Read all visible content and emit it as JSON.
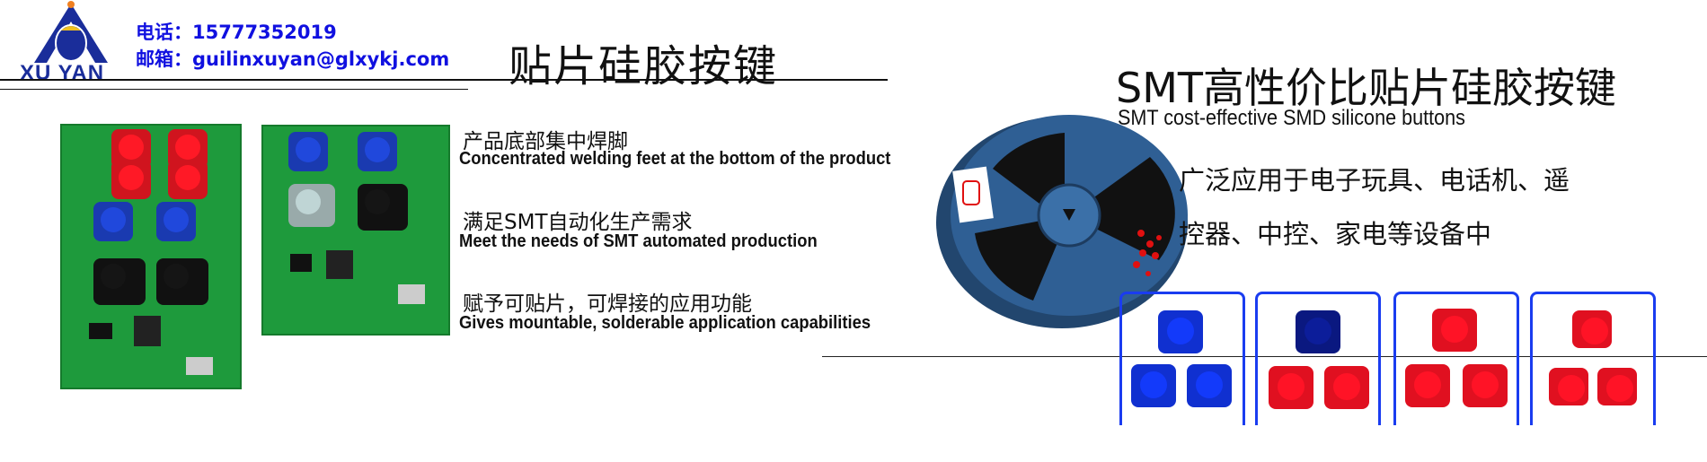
{
  "logo": {
    "text": "XU YAN"
  },
  "contact": {
    "phone": "电话：15777352019",
    "email": "邮箱：guilinxuyan@glxykj.com"
  },
  "header": {
    "title": "贴片硅胶按键"
  },
  "features": [
    {
      "cn": "产品底部集中焊脚",
      "en": "Concentrated welding feet at the bottom of the product"
    },
    {
      "cn": "满足SMT自动化生产需求",
      "en": "Meet the needs of SMT automated production"
    },
    {
      "cn": "赋予可贴片，可焊接的应用功能",
      "en": "Gives mountable, solderable application capabilities"
    }
  ],
  "right": {
    "title": "SMT高性价比贴片硅胶按键",
    "subtitle": "SMT cost-effective SMD silicone buttons",
    "body_line1": "广泛应用于电子玩具、电话机、遥",
    "body_line2": "控器、中控、家电等设备中"
  },
  "colors": {
    "accent": "#1010e0",
    "pcb": "#1e9a3c",
    "reel": "#2f5f94"
  }
}
